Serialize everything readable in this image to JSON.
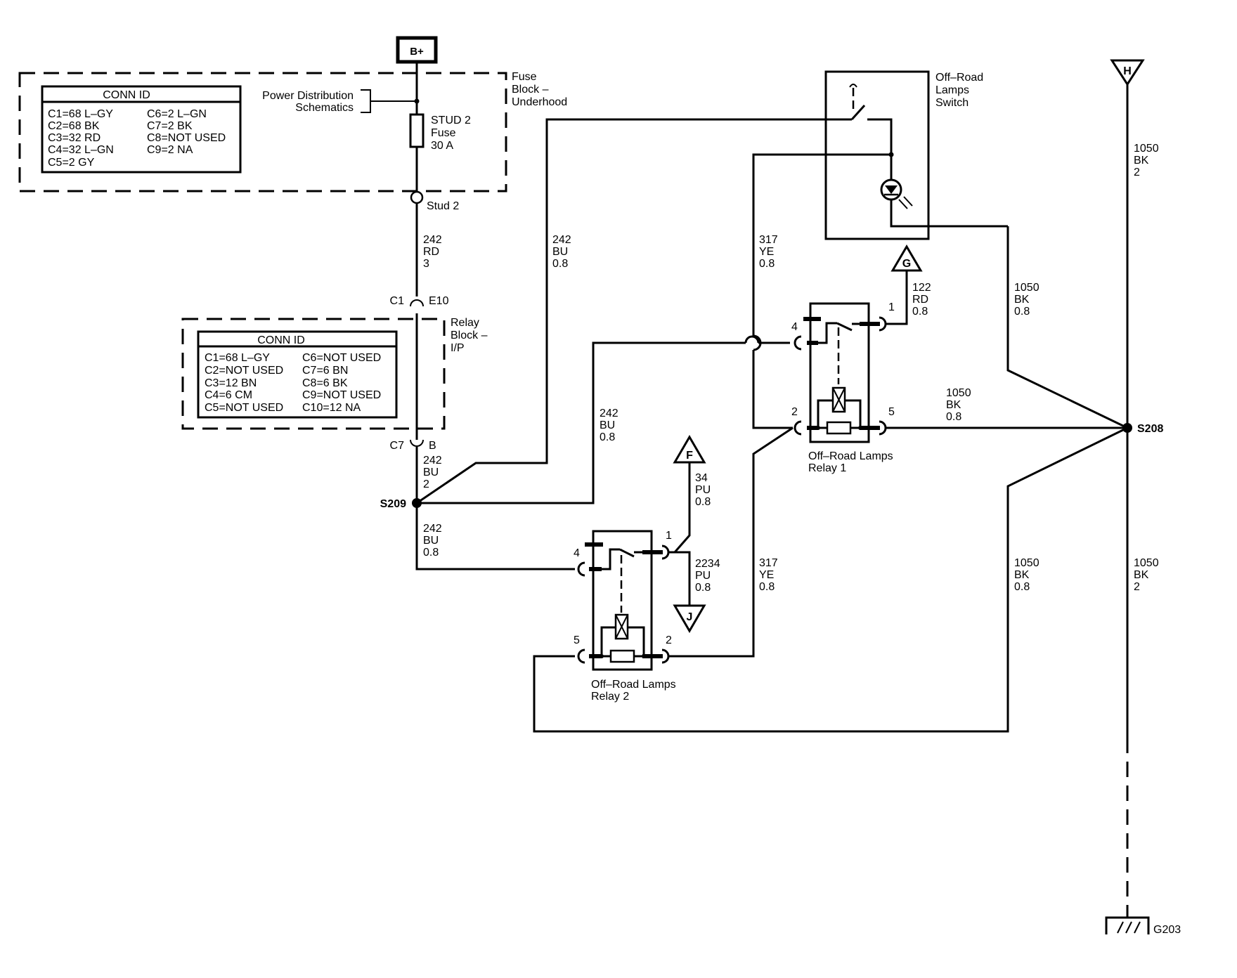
{
  "power": {
    "label": "B+"
  },
  "fuse_block": {
    "title": [
      "Fuse",
      "Block –",
      "Underhood"
    ],
    "conn_title": "CONN ID",
    "conn_left": [
      "C1=68 L–GY",
      "C2=68 BK",
      "C3=32 RD",
      "C4=32 L–GN",
      "C5=2 GY"
    ],
    "conn_right": [
      "C6=2 L–GN",
      "C7=2 BK",
      "C8=NOT USED",
      "C9=2 NA"
    ],
    "power_dist": [
      "Power Distribution",
      "Schematics"
    ],
    "fuse": [
      "STUD 2",
      "Fuse",
      "30 A"
    ],
    "stud": "Stud 2"
  },
  "relay_block": {
    "title": [
      "Relay",
      "Block –",
      "I/P"
    ],
    "conn_title": "CONN ID",
    "conn_left": [
      "C1=68 L–GY",
      "C2=NOT USED",
      "C3=12 BN",
      "C4=6 CM",
      "C5=NOT USED"
    ],
    "conn_right": [
      "C6=NOT USED",
      "C7=6 BN",
      "C8=6 BK",
      "C9=NOT USED",
      "C10=12 NA"
    ],
    "conn_top": {
      "left": "C1",
      "right": "E10"
    },
    "conn_bottom": {
      "left": "C7",
      "right": "B"
    }
  },
  "wires": {
    "w242_rd_3": [
      "242",
      "RD",
      "3"
    ],
    "w242_bu_2": [
      "242",
      "BU",
      "2"
    ],
    "w242_bu_08_top": [
      "242",
      "BU",
      "0.8"
    ],
    "w242_bu_08_mid": [
      "242",
      "BU",
      "0.8"
    ],
    "w242_bu_08_low": [
      "242",
      "BU",
      "0.8"
    ],
    "w317_ye_08_top": [
      "317",
      "YE",
      "0.8"
    ],
    "w317_ye_08_low": [
      "317",
      "YE",
      "0.8"
    ],
    "w122_rd_08": [
      "122",
      "RD",
      "0.8"
    ],
    "w1050_bk_08_a": [
      "1050",
      "BK",
      "0.8"
    ],
    "w1050_bk_08_b": [
      "1050",
      "BK",
      "0.8"
    ],
    "w1050_bk_08_c": [
      "1050",
      "BK",
      "0.8"
    ],
    "w1050_bk_2_top": [
      "1050",
      "BK",
      "2"
    ],
    "w1050_bk_2_low": [
      "1050",
      "BK",
      "2"
    ],
    "w34_pu_08": [
      "34",
      "PU",
      "0.8"
    ],
    "w2234_pu_08": [
      "2234",
      "PU",
      "0.8"
    ]
  },
  "splices": {
    "s209": "S209",
    "s208": "S208"
  },
  "switch": {
    "title": [
      "Off–Road",
      "Lamps",
      "Switch"
    ]
  },
  "relay1": {
    "title": [
      "Off–Road Lamps",
      "Relay 1"
    ],
    "pins": [
      "1",
      "4",
      "2",
      "5"
    ]
  },
  "relay2": {
    "title": [
      "Off–Road Lamps",
      "Relay 2"
    ],
    "pins": [
      "1",
      "4",
      "5",
      "2"
    ]
  },
  "connectors": {
    "G": "G",
    "F": "F",
    "J": "J",
    "H": "H"
  },
  "ground": "G203"
}
